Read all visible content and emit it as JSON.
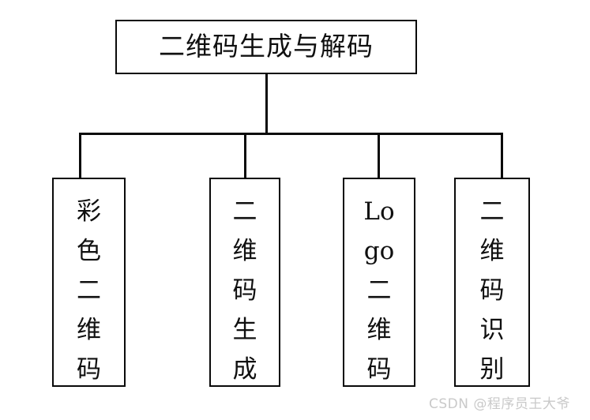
{
  "diagram": {
    "type": "tree",
    "title_node": {
      "label": "二维码生成与解码"
    },
    "children": [
      {
        "label": "彩色二维码"
      },
      {
        "label": "二维码生成"
      },
      {
        "label": "Logo二维码"
      },
      {
        "label": "二维码识别"
      }
    ]
  },
  "watermark": {
    "text": "CSDN @程序员王大爷"
  },
  "colors": {
    "background": "#ffffff",
    "stroke": "#0a0a0a",
    "text": "#101010",
    "watermark": "#c9c9c9"
  }
}
